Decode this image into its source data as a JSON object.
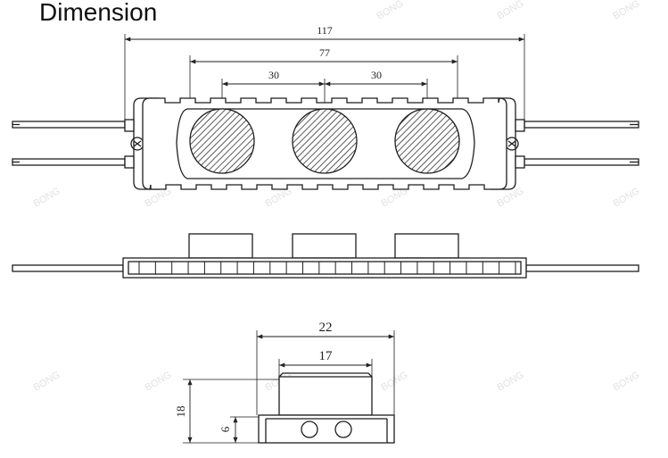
{
  "title": "Dimension",
  "watermark": "BONG",
  "colors": {
    "line": "#1e1e1e",
    "hatch": "#333333",
    "watermark": "#e2e2e2",
    "background": "#ffffff"
  },
  "top_view": {
    "dim_total": "117",
    "dim_outer_led_span": "77",
    "dim_led_pitch_left": "30",
    "dim_led_pitch_right": "30",
    "led_count": 3
  },
  "side_view": {
    "led_count": 3
  },
  "end_view": {
    "dim_width": "22",
    "dim_lens_width": "17",
    "dim_height": "18",
    "dim_base_height": "6"
  }
}
